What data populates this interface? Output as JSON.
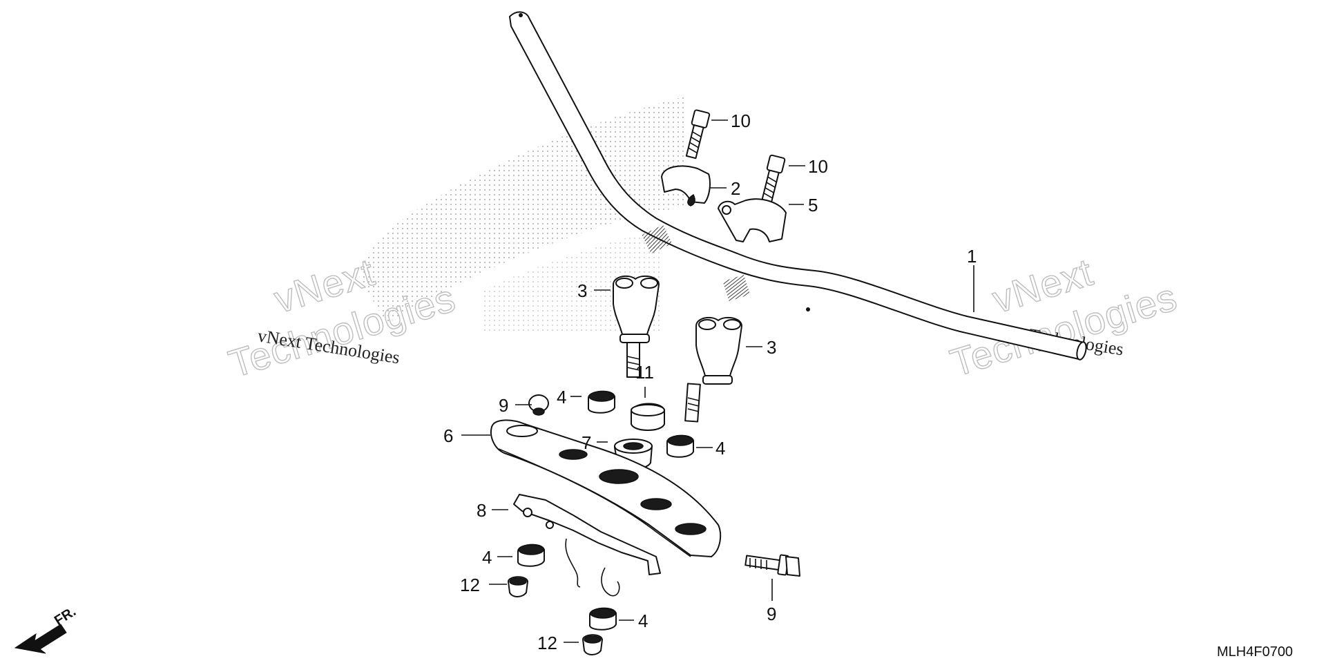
{
  "diagram_code": "MLH4F0700",
  "direction_label": "FR.",
  "watermark": {
    "line1": "vNext",
    "line2": "Technologies",
    "small_text": "vNext Technologies"
  },
  "callouts": [
    {
      "id": "c1",
      "label": "1"
    },
    {
      "id": "c2",
      "label": "2"
    },
    {
      "id": "c3a",
      "label": "3"
    },
    {
      "id": "c3b",
      "label": "3"
    },
    {
      "id": "c4a",
      "label": "4"
    },
    {
      "id": "c4b",
      "label": "4"
    },
    {
      "id": "c4c",
      "label": "4"
    },
    {
      "id": "c4d",
      "label": "4"
    },
    {
      "id": "c5",
      "label": "5"
    },
    {
      "id": "c6",
      "label": "6"
    },
    {
      "id": "c7",
      "label": "7"
    },
    {
      "id": "c8",
      "label": "8"
    },
    {
      "id": "c9a",
      "label": "9"
    },
    {
      "id": "c9b",
      "label": "9"
    },
    {
      "id": "c10a",
      "label": "10"
    },
    {
      "id": "c10b",
      "label": "10"
    },
    {
      "id": "c11",
      "label": "11"
    },
    {
      "id": "c12a",
      "label": "12"
    },
    {
      "id": "c12b",
      "label": "12"
    }
  ]
}
